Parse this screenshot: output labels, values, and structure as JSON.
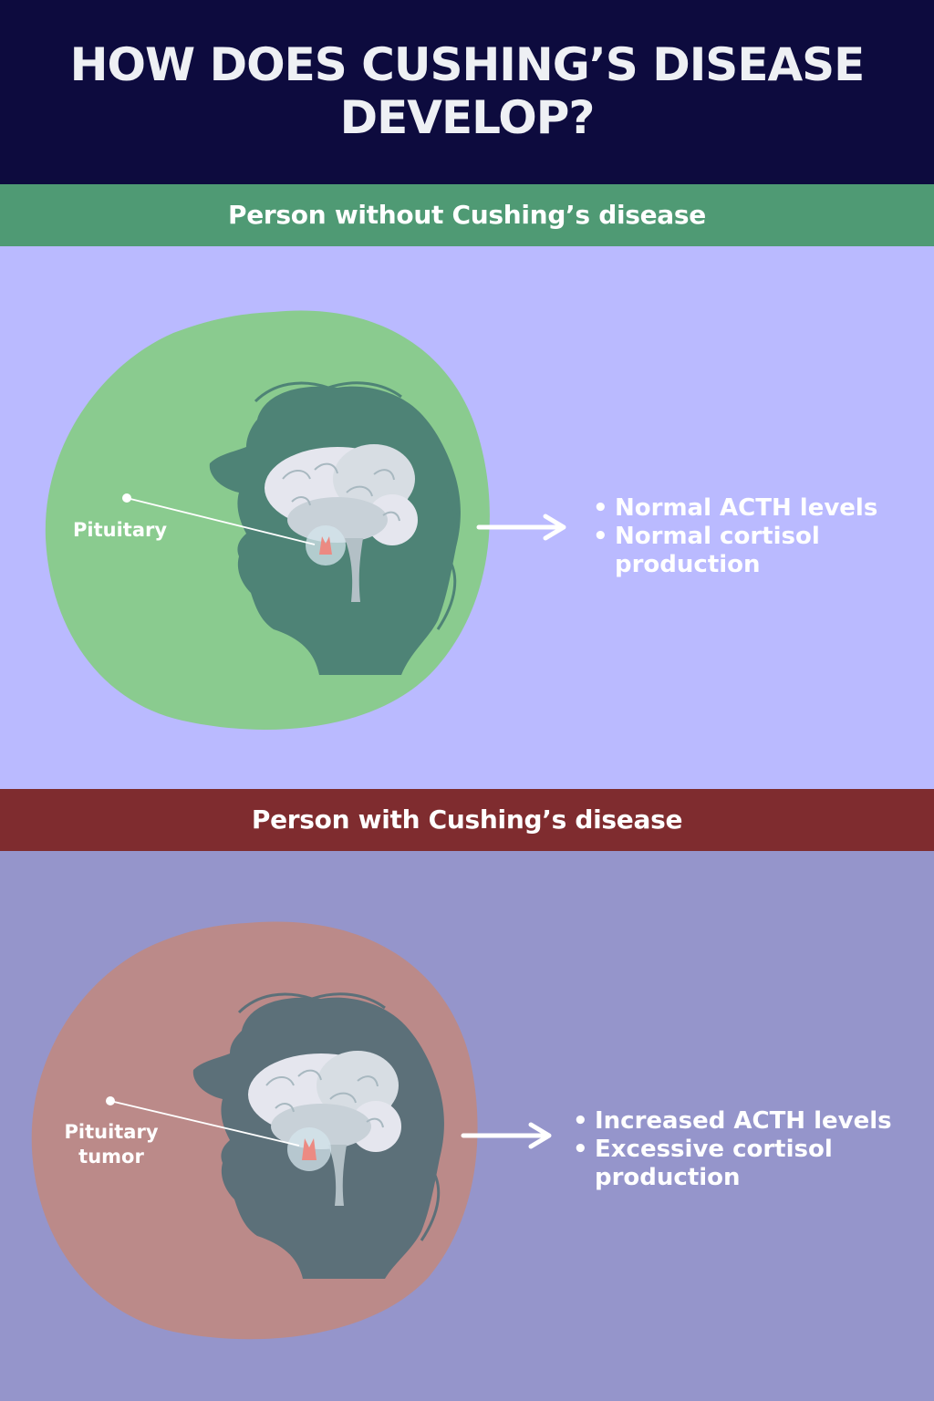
{
  "title": "HOW DOES CUSHING’S DISEASE DEVELOP?",
  "colors": {
    "header_bg": "#0d0b3e",
    "band_normal": "#4f9a74",
    "band_disease": "#7f2c2f",
    "panel_normal_bg": "#babaff",
    "panel_disease_bg": "#9595cb",
    "blob_normal": "#8acb8f",
    "blob_disease": "#bb8a89",
    "head_normal": "#4e8376",
    "head_disease": "#5c7079",
    "pituitary": "#ec8a82"
  },
  "sections": [
    {
      "heading": "Person without Cushing’s disease",
      "label": "Pituitary",
      "bullets": [
        "Normal ACTH levels",
        "Normal cortisol production"
      ]
    },
    {
      "heading": "Person with Cushing’s disease",
      "label_line1": "Pituitary",
      "label_line2": "tumor",
      "bullets": [
        "Increased ACTH levels",
        "Excessive cortisol production"
      ]
    }
  ]
}
